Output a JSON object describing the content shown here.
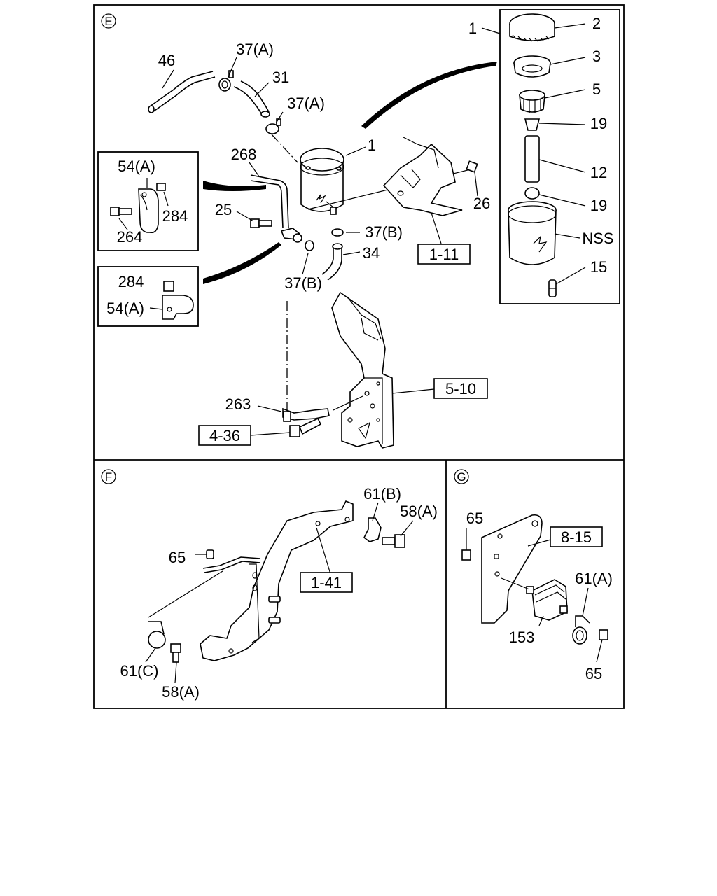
{
  "sections": {
    "e": {
      "marker": "E"
    },
    "f": {
      "marker": "F"
    },
    "g": {
      "marker": "G"
    }
  },
  "callouts": {
    "e": {
      "p46": "46",
      "p37a_top": "37(A)",
      "p31": "31",
      "p37a_mid": "37(A)",
      "p268": "268",
      "p1_tank": "1",
      "p25": "25",
      "p37b_right": "37(B)",
      "p34": "34",
      "p26": "26",
      "p37b_bottom": "37(B)",
      "p263": "263"
    },
    "detail_top": {
      "p54a": "54(A)",
      "p284": "284",
      "p264": "264"
    },
    "detail_bottom": {
      "p284": "284",
      "p54a": "54(A)"
    },
    "exploded": {
      "p1": "1",
      "p2": "2",
      "p3": "3",
      "p5": "5",
      "p19_top": "19",
      "p12": "12",
      "p19_bottom": "19",
      "nss": "NSS",
      "p15": "15"
    },
    "f": {
      "p61b": "61(B)",
      "p58a_right": "58(A)",
      "p65": "65",
      "p61c": "61(C)",
      "p58a_bottom": "58(A)"
    },
    "g": {
      "p65_top": "65",
      "p61a": "61(A)",
      "p153": "153",
      "p65_bottom": "65"
    }
  },
  "references": {
    "r1_11": "1-11",
    "r5_10": "5-10",
    "r4_36": "4-36",
    "r1_41": "1-41",
    "r8_15": "8-15"
  }
}
